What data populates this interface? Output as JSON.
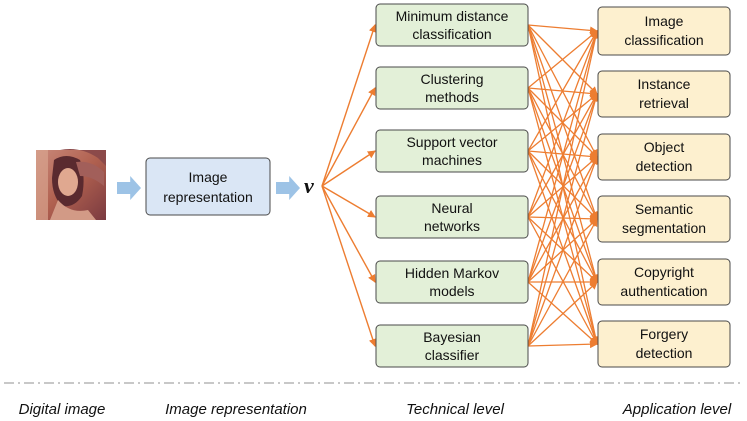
{
  "colors": {
    "representation_fill": "#dae6f5",
    "representation_stroke": "#4a4a4a",
    "technique_fill": "#e3f0d8",
    "technique_stroke": "#4a4a4a",
    "application_fill": "#fdf0cf",
    "application_stroke": "#4a4a4a",
    "connector": "#ed7d31",
    "block_arrow": "#9dc3e6",
    "divider": "#a6a6a6"
  },
  "input": {
    "icon": "lena-image-icon"
  },
  "representation": {
    "lines": [
      "Image",
      "representation"
    ]
  },
  "vector": {
    "label": "v"
  },
  "techniques": [
    {
      "lines": [
        "Minimum distance",
        "classification"
      ]
    },
    {
      "lines": [
        "Clustering",
        "methods"
      ]
    },
    {
      "lines": [
        "Support vector",
        "machines"
      ]
    },
    {
      "lines": [
        "Neural",
        "networks"
      ]
    },
    {
      "lines": [
        "Hidden Markov",
        "models"
      ]
    },
    {
      "lines": [
        "Bayesian",
        "classifier"
      ]
    }
  ],
  "applications": [
    {
      "lines": [
        "Image",
        "classification"
      ]
    },
    {
      "lines": [
        "Instance",
        "retrieval"
      ]
    },
    {
      "lines": [
        "Object",
        "detection"
      ]
    },
    {
      "lines": [
        "Semantic",
        "segmentation"
      ]
    },
    {
      "lines": [
        "Copyright",
        "authentication"
      ]
    },
    {
      "lines": [
        "Forgery",
        "detection"
      ]
    }
  ],
  "levels": [
    "Digital image",
    "Image representation",
    "Technical level",
    "Application level"
  ]
}
